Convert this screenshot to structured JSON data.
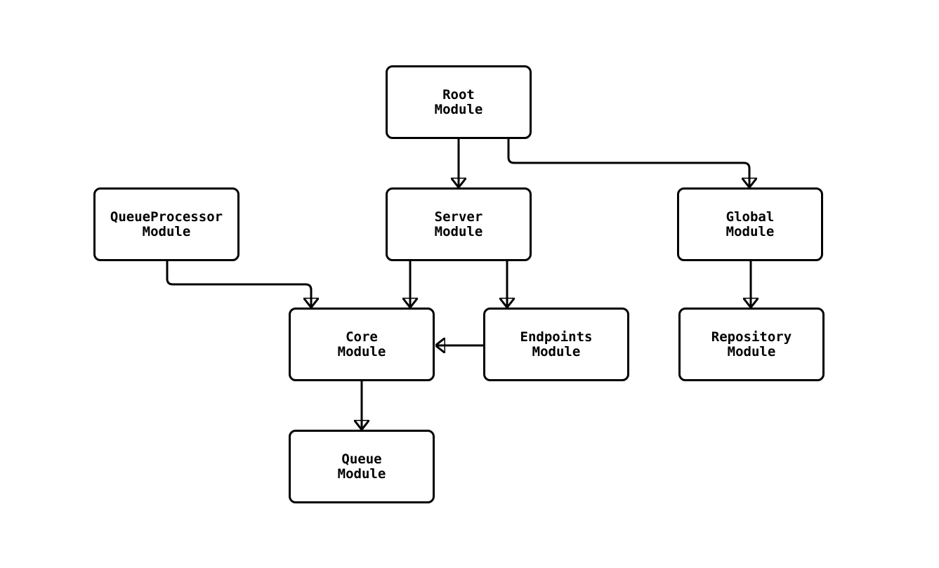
{
  "diagram": {
    "background_color": "#ffffff",
    "node_fill_color": "#ffffff",
    "node_border_color": "#000000",
    "edge_color": "#000000",
    "text_color": "#000000",
    "nodes": {
      "root": {
        "line1": "Root",
        "line2": "Module"
      },
      "queue_processor": {
        "line1": "QueueProcessor",
        "line2": "Module"
      },
      "server": {
        "line1": "Server",
        "line2": "Module"
      },
      "global": {
        "line1": "Global",
        "line2": "Module"
      },
      "core": {
        "line1": "Core",
        "line2": "Module"
      },
      "endpoints": {
        "line1": "Endpoints",
        "line2": "Module"
      },
      "repository": {
        "line1": "Repository",
        "line2": "Module"
      },
      "queue": {
        "line1": "Queue",
        "line2": "Module"
      }
    },
    "edges": [
      {
        "from": "root",
        "to": "server"
      },
      {
        "from": "root",
        "to": "global"
      },
      {
        "from": "queue_processor",
        "to": "core"
      },
      {
        "from": "server",
        "to": "core"
      },
      {
        "from": "server",
        "to": "endpoints"
      },
      {
        "from": "endpoints",
        "to": "core"
      },
      {
        "from": "global",
        "to": "repository"
      },
      {
        "from": "core",
        "to": "queue"
      }
    ]
  }
}
